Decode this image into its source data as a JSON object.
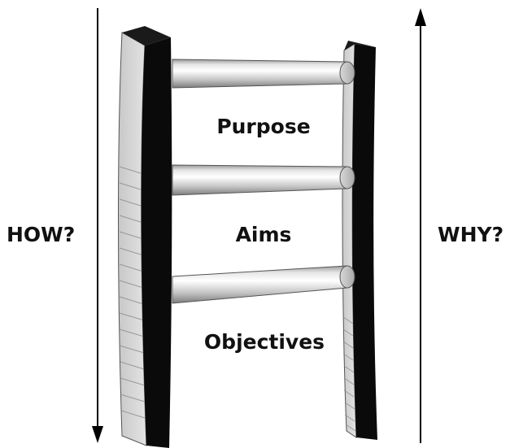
{
  "labels": {
    "how": "HOW?",
    "why": "WHY?",
    "purpose": "Purpose",
    "aims": "Aims",
    "objectives": "Objectives"
  },
  "arrows": {
    "left_direction": "down",
    "right_direction": "up"
  },
  "colors": {
    "ink": "#000000",
    "rail_face": "#0a0a0a",
    "rail_side": "#d6d6d6",
    "rung_light": "#f4f4f4",
    "rung_dark": "#8c8c8c"
  }
}
